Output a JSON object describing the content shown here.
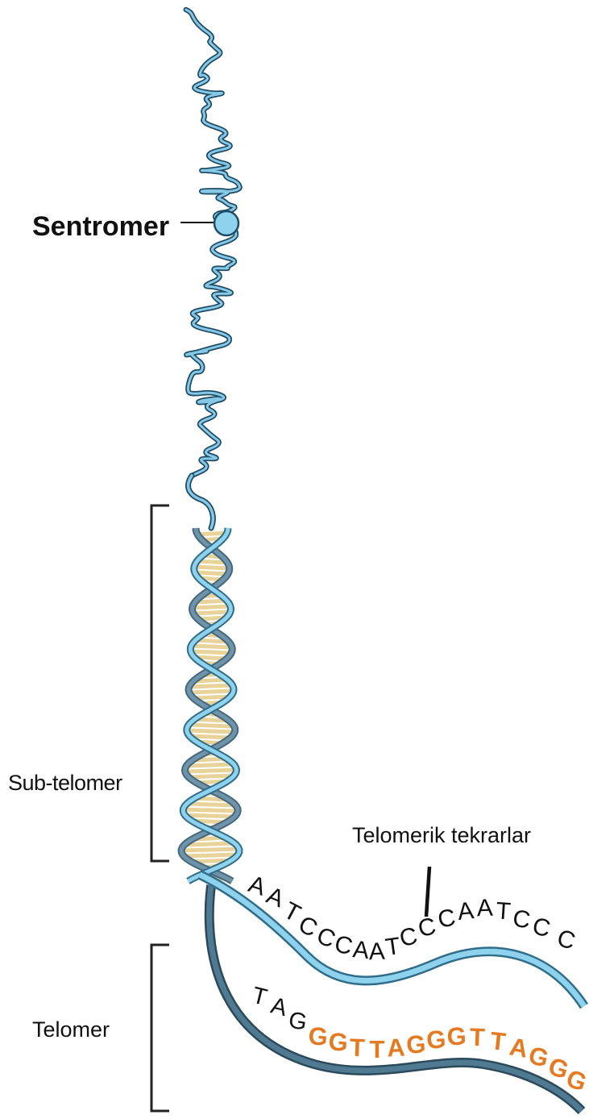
{
  "labels": {
    "centromere": "Sentromer",
    "subtelomere": "Sub-telomer",
    "telomere": "Telomer",
    "telomeric_repeats": "Telomerik tekrarlar"
  },
  "sequences": {
    "top_strand": [
      "A",
      "A",
      "T",
      "C",
      "C",
      "C",
      "A",
      "A",
      "T",
      "C",
      "C",
      "C",
      "A",
      "A",
      "T",
      "C",
      "C",
      "C"
    ],
    "bottom_strand_prefix": [
      "T",
      "A",
      "G"
    ],
    "bottom_strand_repeats": [
      "G",
      "G",
      "T",
      "T",
      "A",
      "G",
      "G",
      "G",
      "T",
      "T",
      "A",
      "G",
      "G",
      "G"
    ]
  },
  "colors": {
    "chromatin": "#86c8e6",
    "chromatin_outline": "#1d4d66",
    "strand_light": "#8fd2ee",
    "strand_dark": "#44697f",
    "repeat_highlight": "#e47a22",
    "text": "#111111"
  }
}
